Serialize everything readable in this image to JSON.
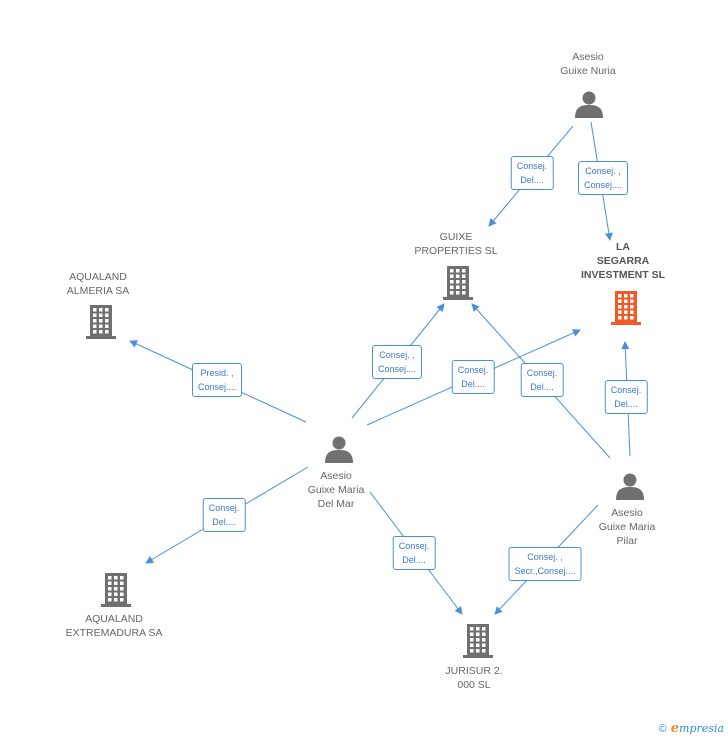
{
  "colors": {
    "edge": "#4a90d9",
    "person": "#707070",
    "company": "#707070",
    "company_highlight": "#f05a28"
  },
  "nodes": {
    "asesio_guixe_nuria": {
      "type": "person",
      "lines": [
        "Asesio",
        "Guixe Nuria"
      ],
      "icon": "person-icon"
    },
    "guixe_properties": {
      "type": "company",
      "lines": [
        "GUIXE",
        "PROPERTIES SL"
      ],
      "icon": "building-icon"
    },
    "la_segarra": {
      "type": "company-highlight",
      "lines": [
        "LA",
        "SEGARRA",
        "INVESTMENT SL"
      ],
      "icon": "building-icon"
    },
    "aqualand_almeria": {
      "type": "company",
      "lines": [
        "AQUALAND",
        "ALMERIA SA"
      ],
      "icon": "building-icon"
    },
    "asesio_guixe_maria_del_mar": {
      "type": "person",
      "lines": [
        "Asesio",
        "Guixe Maria",
        "Del Mar"
      ],
      "icon": "person-icon"
    },
    "asesio_guixe_maria_pilar": {
      "type": "person",
      "lines": [
        "Asesio",
        "Guixe Maria",
        "Pilar"
      ],
      "icon": "person-icon"
    },
    "aqualand_extremadura": {
      "type": "company",
      "lines": [
        "AQUALAND",
        "EXTREMADURA SA"
      ],
      "icon": "building-icon"
    },
    "jurisur_2000": {
      "type": "company",
      "lines": [
        "JURISUR 2.",
        "000  SL"
      ],
      "icon": "building-icon"
    }
  },
  "edges": [
    {
      "from": "asesio_guixe_nuria",
      "to": "guixe_properties",
      "label": [
        "Consej.",
        "Del...."
      ]
    },
    {
      "from": "asesio_guixe_nuria",
      "to": "la_segarra",
      "label": [
        "Consej. ,",
        "Consej...."
      ]
    },
    {
      "from": "asesio_guixe_maria_del_mar",
      "to": "aqualand_almeria",
      "label": [
        "Presid. ,",
        "Consej...."
      ]
    },
    {
      "from": "asesio_guixe_maria_del_mar",
      "to": "guixe_properties",
      "label": [
        "Consej. ,",
        "Consej...."
      ]
    },
    {
      "from": "asesio_guixe_maria_del_mar",
      "to": "la_segarra",
      "label": [
        "Consej.",
        "Del...."
      ]
    },
    {
      "from": "asesio_guixe_maria_pilar",
      "to": "guixe_properties",
      "label": [
        "Consej.",
        "Del...."
      ]
    },
    {
      "from": "asesio_guixe_maria_pilar",
      "to": "la_segarra",
      "label": [
        "Consej.",
        "Del...."
      ]
    },
    {
      "from": "asesio_guixe_maria_del_mar",
      "to": "aqualand_extremadura",
      "label": [
        "Consej.",
        "Del...."
      ]
    },
    {
      "from": "asesio_guixe_maria_del_mar",
      "to": "jurisur_2000",
      "label": [
        "Consej.",
        "Del...."
      ]
    },
    {
      "from": "asesio_guixe_maria_pilar",
      "to": "jurisur_2000",
      "label": [
        "Consej. ,",
        "Secr.,Consej...."
      ]
    }
  ],
  "footer": {
    "copyright": "©",
    "brand_initial": "e",
    "brand_rest": "mpresia"
  }
}
